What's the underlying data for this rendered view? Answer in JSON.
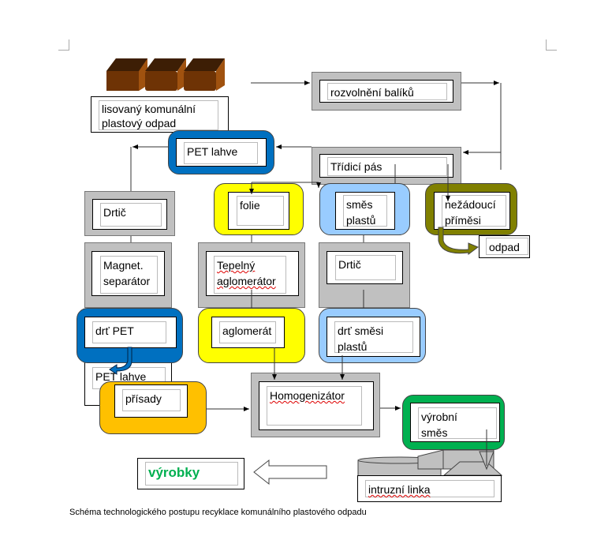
{
  "nodes": {
    "source": "lisovaný komunální\nplastový odpad",
    "loosening": "rozvolnění balíků",
    "sorting": "Třídicí pás",
    "pet": "PET lahve",
    "crusher1": "Drtič",
    "foil": "folie",
    "mixed": "směs\nplastů",
    "unwanted": "nežádoucí\npříměsi",
    "waste": "odpad",
    "magnet": "Magnet.\nseparátor",
    "thermal": "Tepelný\naglomerátor",
    "crusher2": "Drtič",
    "pet_grind": "drť PET",
    "pet_bottles2": "PET lahve",
    "agglomerate": "aglomerát",
    "mixed_grind": "drť směsi\nplastů",
    "additives": "přísady",
    "homogenizer": "Homogenizátor",
    "production_mix": "výrobní\nsměs",
    "products": "výrobky",
    "extrusion": "intruzní linka"
  },
  "caption": "Schéma technologického postupu recyklace komunálního plastového odpadu",
  "colors": {
    "gray": "#c0c0c0",
    "pet_blue": "#0070c0",
    "yellow": "#ffff00",
    "light_blue": "#99ccff",
    "olive": "#808000",
    "orange": "#ffc000",
    "green": "#00b050",
    "products_text": "#00b050",
    "bale_brown": "#8b4513"
  }
}
